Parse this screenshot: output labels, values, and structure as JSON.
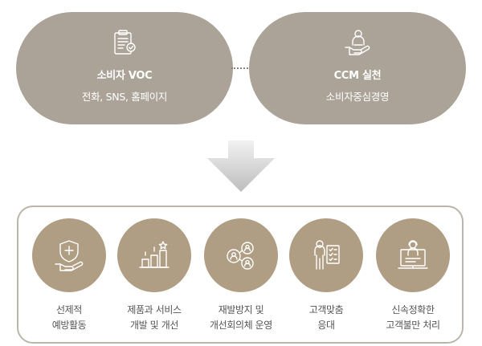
{
  "top_left": {
    "title": "소비자 VOC",
    "subtitle": "전화, SNS, 홈페이지",
    "icon": "clipboard-check-icon"
  },
  "top_right": {
    "title": "CCM 실천",
    "subtitle": "소비자중심경영",
    "icon": "hand-person-icon"
  },
  "colors": {
    "pill": "#aba397",
    "circle": "#b09e84",
    "frame": "#bcb5a9",
    "label_text": "#555555"
  },
  "activities": [
    {
      "line1": "선제적",
      "line2": "예방활동",
      "icon": "shield-hand-icon"
    },
    {
      "line1": "제품과 서비스",
      "line2": "개발 및 개선",
      "icon": "growth-bars-icon"
    },
    {
      "line1": "재발방지 및",
      "line2": "개선회의체 운영",
      "icon": "people-network-icon"
    },
    {
      "line1": "고객맞춤",
      "line2": "응대",
      "icon": "person-checklist-icon"
    },
    {
      "line1": "신속정확한",
      "line2": "고객불만 처리",
      "icon": "agent-desk-icon"
    }
  ]
}
